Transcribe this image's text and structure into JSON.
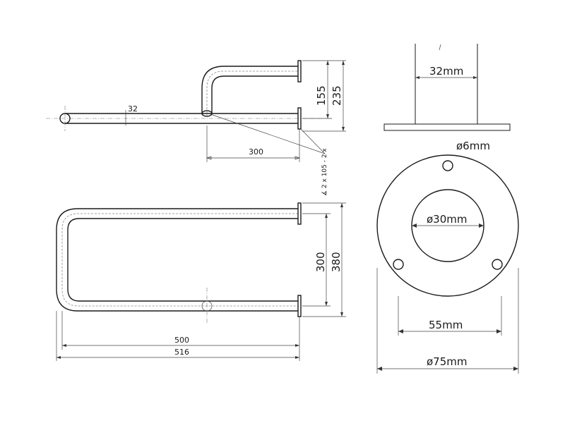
{
  "side_view": {
    "tube_diameter": "32",
    "offset_length": "300",
    "height_inner": "155",
    "height_outer": "235",
    "angle_note": "∡ 2 x 105 - 2 x"
  },
  "top_view": {
    "width_inner": "300",
    "width_outer": "380",
    "length_inner": "500",
    "length_outer": "516"
  },
  "flange_side": {
    "tube_width": "32mm"
  },
  "flange_front": {
    "hole_diameter": "ø6mm",
    "bore_diameter": "ø30mm",
    "bolt_circle": "55mm",
    "outer_diameter": "ø75mm"
  },
  "colors": {
    "line": "#1a1a1a",
    "background": "#ffffff"
  }
}
